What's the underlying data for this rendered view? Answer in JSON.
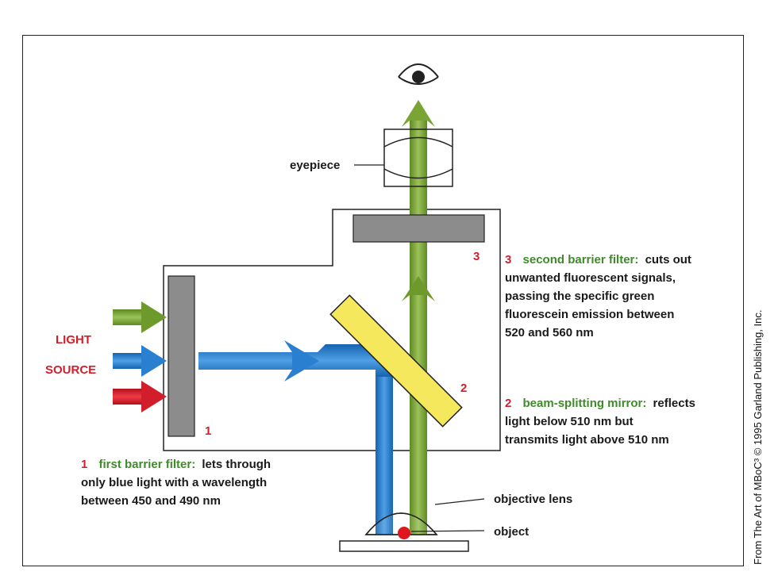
{
  "labels": {
    "light_line1": "LIGHT",
    "light_line2": "SOURCE",
    "eyepiece": "eyepiece",
    "objective_lens": "objective lens",
    "object": "object",
    "num1": "1",
    "num2": "2",
    "num3": "3"
  },
  "notes": {
    "filter1": {
      "num": "1",
      "title": "first barrier filter:",
      "line1_rest": "lets through",
      "line2": "only blue light with a wavelength",
      "line3": "between 450 and 490 nm"
    },
    "mirror": {
      "num": "2",
      "title": "beam-splitting mirror:",
      "line1_rest": "reflects",
      "line2": "light below 510 nm but",
      "line3": "transmits light above 510 nm"
    },
    "filter3": {
      "num": "3",
      "title": "second barrier filter:",
      "line1_rest": "cuts out",
      "line2": "unwanted fluorescent signals,",
      "line3": "passing the specific green",
      "line4": "fluorescein emission between",
      "line5": "520 and 560 nm"
    }
  },
  "credit": "From The Art of MBoC³ © 1995 Garland Publishing, Inc.",
  "colors": {
    "blue": "#1f78c8",
    "green": "#6e9a2c",
    "red": "#d21e2b",
    "filter_gray": "#8c8c8c",
    "mirror_yellow": "#f5e85c",
    "label_red": "#d21e2b",
    "label_green": "#3f8a2a"
  }
}
